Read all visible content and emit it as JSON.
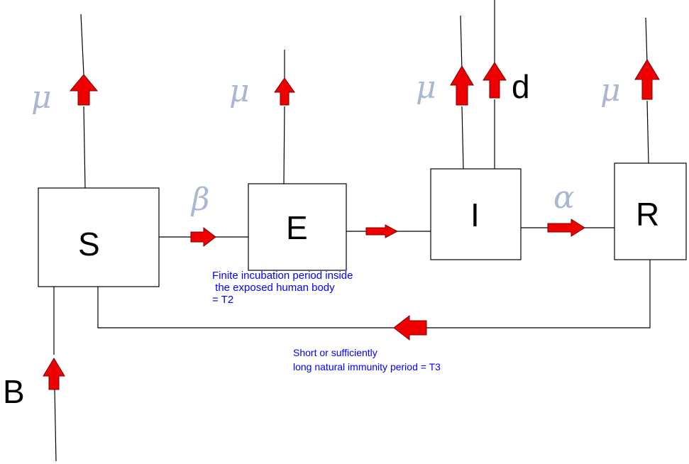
{
  "compartments": {
    "s": "S",
    "e": "E",
    "i": "I",
    "r": "R"
  },
  "rates": {
    "mu_s": "μ",
    "mu_e": "μ",
    "mu_i": "μ",
    "mu_r": "μ",
    "d": "d",
    "beta": "β",
    "alpha": "α",
    "b": "B"
  },
  "notes": {
    "incubation_line1": "Finite incubation period inside",
    "incubation_line2": " the exposed human body",
    "incubation_line3": "= T2",
    "immunity_line1": "Short or sufficiently",
    "immunity_line2": "long natural immunity period = T3"
  },
  "colors": {
    "arrow": "#ee0000",
    "note_text": "#0000ff",
    "greek": "#a9b7d0"
  }
}
